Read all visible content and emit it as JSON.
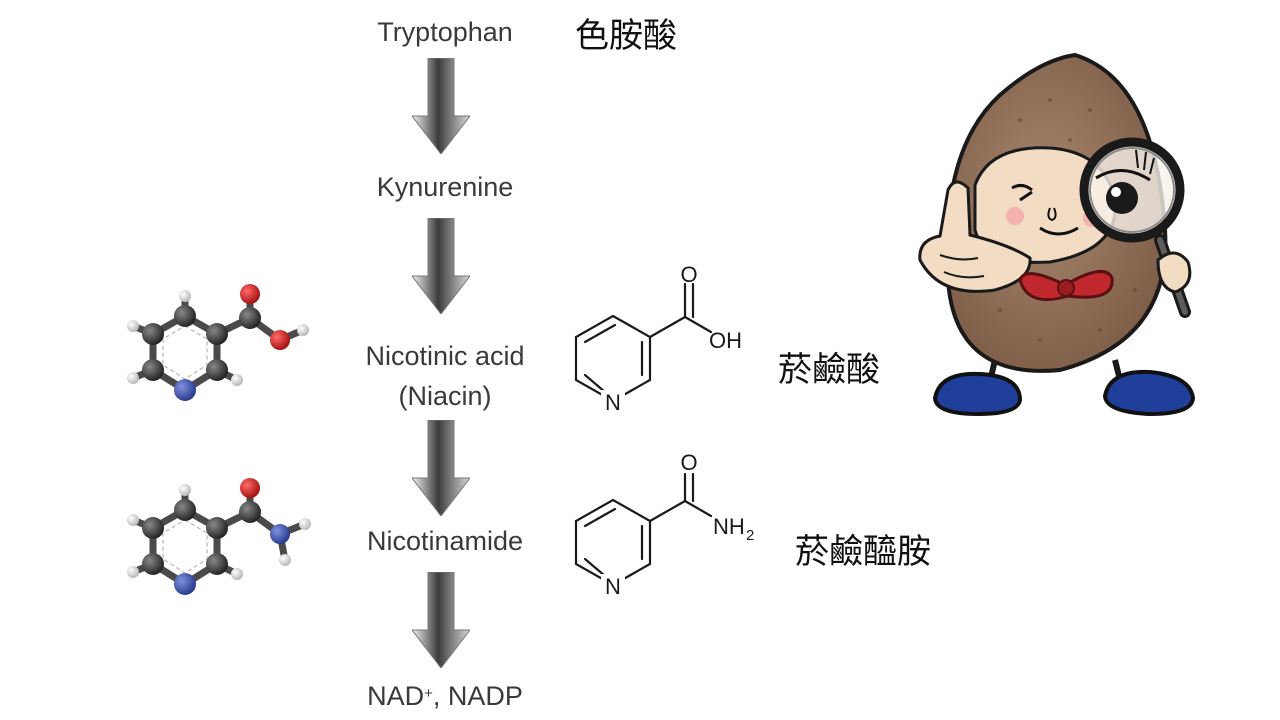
{
  "pathway": {
    "steps": [
      {
        "label": "Tryptophan"
      },
      {
        "label": "Kynurenine"
      },
      {
        "label": "Nicotinic acid",
        "label2": "(Niacin)"
      },
      {
        "label": "Nicotinamide"
      },
      {
        "label": "NAD",
        "sup": "+",
        "tail": ", NADP"
      }
    ]
  },
  "chinese": {
    "tryptophan": "色胺酸",
    "niacin": "菸鹼酸",
    "nicotinamide": "菸鹼醯胺"
  },
  "structures": {
    "niacin": {
      "group_label": "OH",
      "oxygen": "O",
      "nitrogen": "N"
    },
    "nicotinamide": {
      "group_label": "NH",
      "group_sub": "2",
      "oxygen": "O",
      "nitrogen": "N"
    }
  },
  "colors": {
    "text": "#3a3a3a",
    "carbon": "#2b2b2b",
    "oxygen": "#cc1a1a",
    "nitrogen": "#3b4fa8",
    "hydrogen": "#e6e6e6",
    "bowtie": "#c0282d",
    "shoes": "#1f3f9b",
    "body": "#8a6a55"
  },
  "icons": {
    "mascot": "coconut-detective-with-magnifier-icon"
  }
}
